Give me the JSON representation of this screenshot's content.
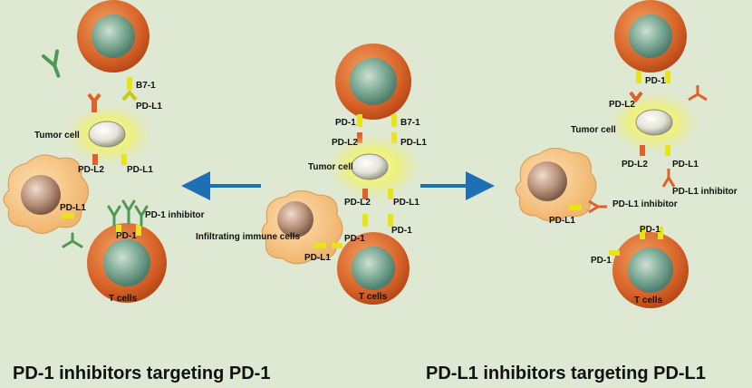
{
  "labels": {
    "b71_left": "B7-1",
    "pdl1_left_top": "PD-L1",
    "tumor_left": "Tumor cell",
    "pdl2_left": "PD-L2",
    "pdl1_left_bottom": "PD-L1",
    "pdl1_left_macro": "PD-L1",
    "pd1_inhibitor": "PD-1 inhibitor",
    "pd1_left": "PD-1",
    "tcells_left": "T cells",
    "pd1_center_top": "PD-1",
    "b71_center": "B7-1",
    "pdl2_center_top": "PD-L2",
    "pdl1_center_top": "PD-L1",
    "tumor_center": "Tumor cell",
    "pdl2_center_bottom": "PD-L2",
    "pdl1_center_bottom": "PD-L1",
    "infiltrating": "Infiltrating  immune cells",
    "pd1_center_left": "PD-1",
    "pd1_center_right": "PD-1",
    "pdl1_center_macro": "PD-L1",
    "tcells_center": "T cells",
    "pd1_right_top": "PD-1",
    "pdl2_right_top": "PD-L2",
    "tumor_right": "Tumor cell",
    "pdl2_right_bottom": "PD-L2",
    "pdl1_right_bottom": "PD-L1",
    "pdl1_inhibitor_a": "PD-L1 inhibitor",
    "pdl1_inhibitor_b": "PD-L1 inhibitor",
    "pdl1_right_macro": "PD-L1",
    "pd1_right_tcell_top": "PD-1",
    "pd1_right_tcell_left": "PD-1",
    "tcells_right": "T cells"
  },
  "captions": {
    "left": "PD-1 inhibitors targeting PD-1",
    "right": "PD-L1 inhibitors targeting PD-L1"
  },
  "colors": {
    "background": "#dfe8d2",
    "cell_orange": "#d9652a",
    "nucleus_green": "#6f9f8a",
    "arrow_blue": "#1f6fb5",
    "receptor_yellow": "#e7e41a",
    "receptor_orange": "#e0602a",
    "antibody_green": "#4d9a55"
  }
}
